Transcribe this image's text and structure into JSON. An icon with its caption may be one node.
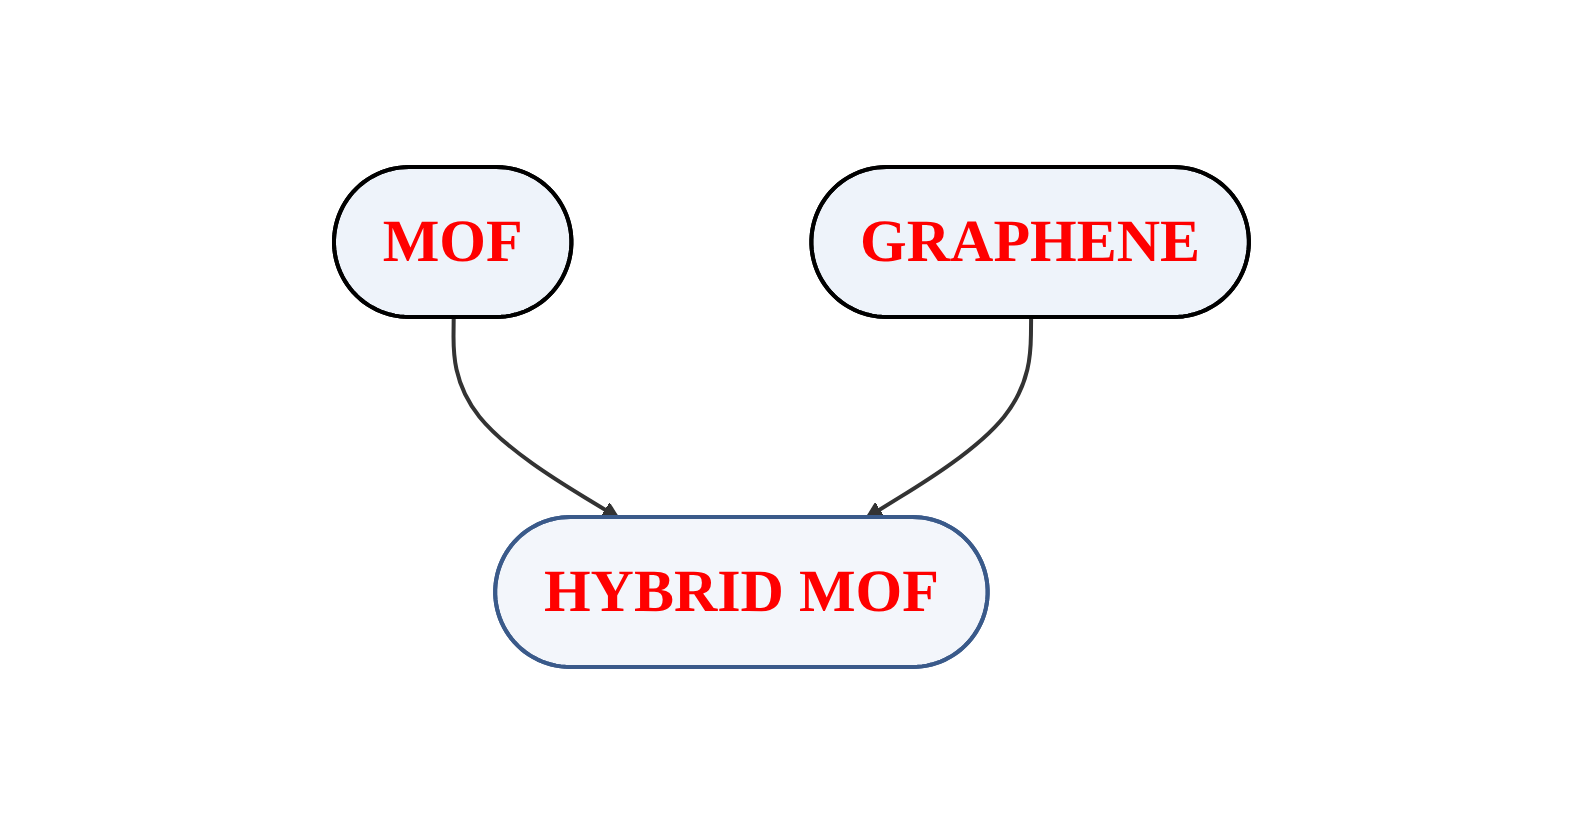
{
  "diagram": {
    "nodes": [
      {
        "text": [
          "MOF"
        ]
      },
      {
        "text": [
          "GRAPHENE"
        ]
      },
      {
        "text": [
          "HYBRID MOF"
        ]
      }
    ],
    "edges": [
      {
        "from": 0,
        "to": 2,
        "arrow": "to"
      },
      {
        "from": 1,
        "to": 2,
        "arrow": "to"
      }
    ]
  }
}
